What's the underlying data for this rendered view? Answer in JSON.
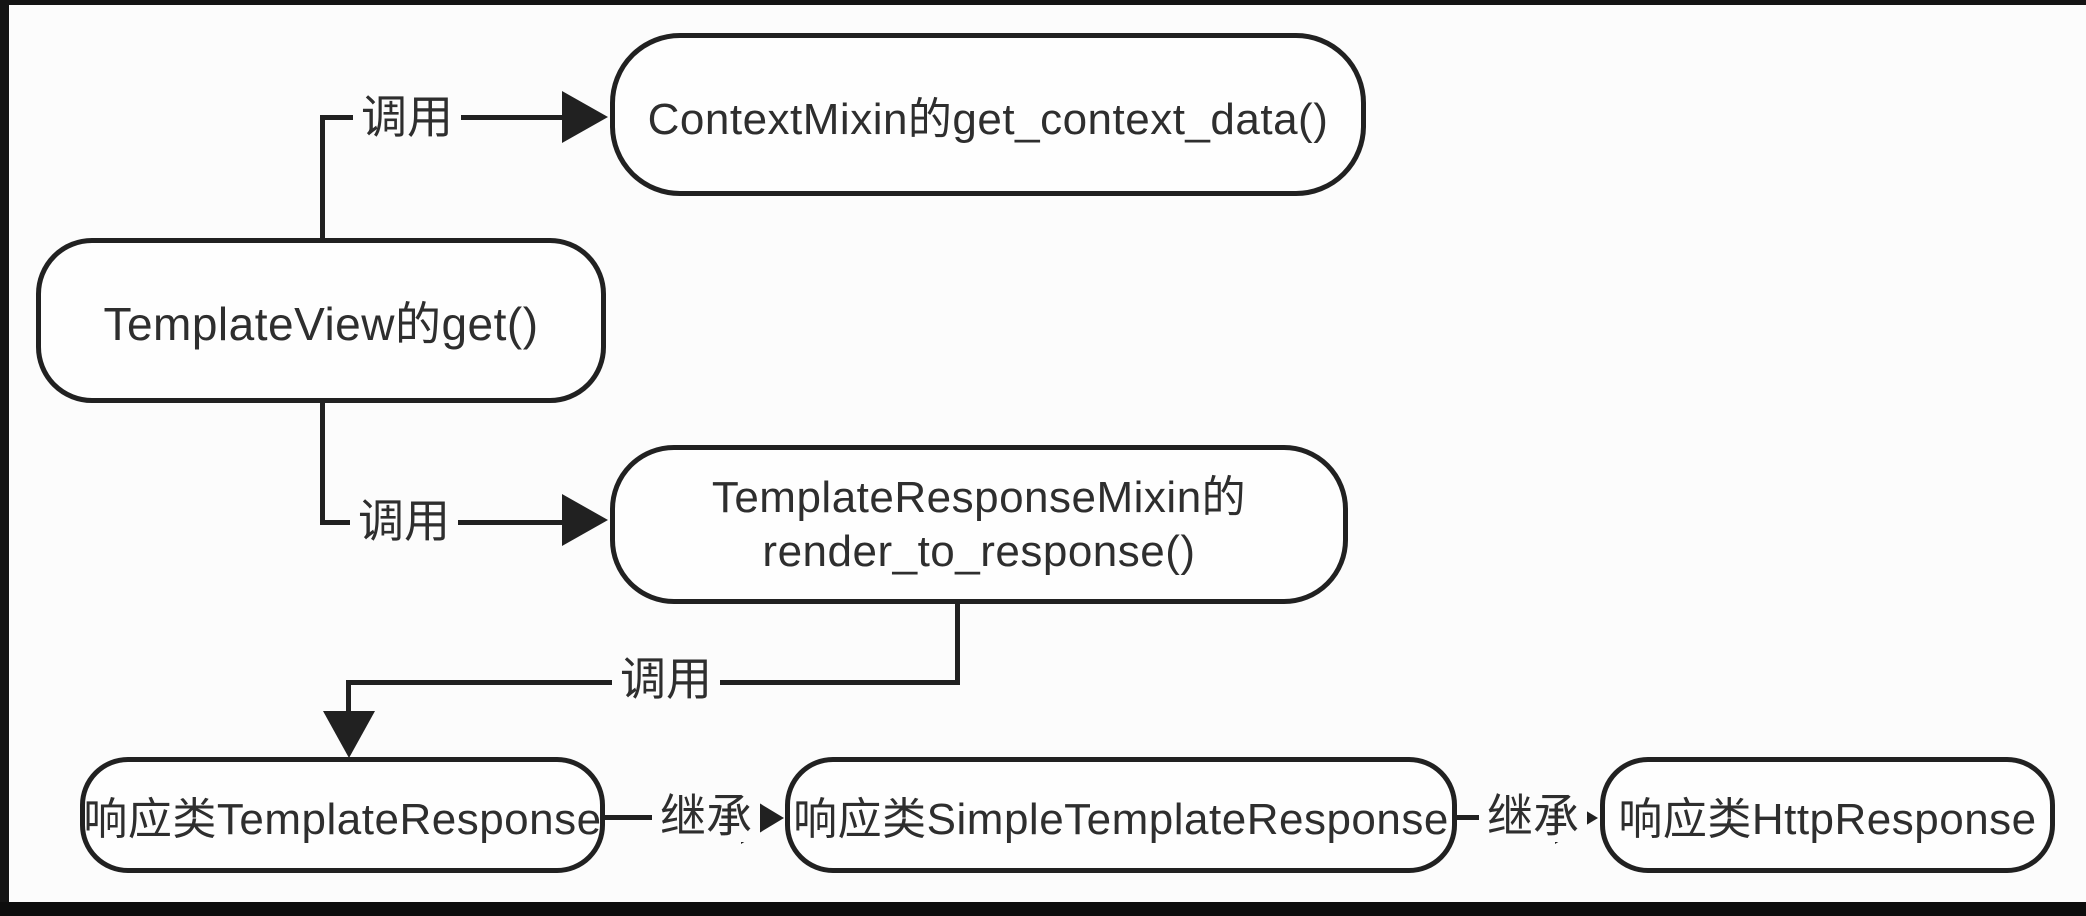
{
  "colors": {
    "background": "#fcfcfc",
    "line": "#212121",
    "text": "#2e2e2e"
  },
  "nodes": {
    "template_view": {
      "label": "TemplateView的get()"
    },
    "context_mixin": {
      "label": "ContextMixin的get_context_data()"
    },
    "template_response_mixin": {
      "line1": "TemplateResponseMixin的",
      "line2": "render_to_response()"
    },
    "template_response": {
      "label": "响应类TemplateResponse"
    },
    "simple_template_response": {
      "label": "响应类SimpleTemplateResponse"
    },
    "http_response": {
      "label": "响应类HttpResponse"
    }
  },
  "edges": {
    "call_to_context_mixin": {
      "label": "调用"
    },
    "call_to_render": {
      "label": "调用"
    },
    "call_to_template_response": {
      "label": "调用"
    },
    "inherit_simple": {
      "label": "继承"
    },
    "inherit_http": {
      "label": "继承"
    }
  }
}
